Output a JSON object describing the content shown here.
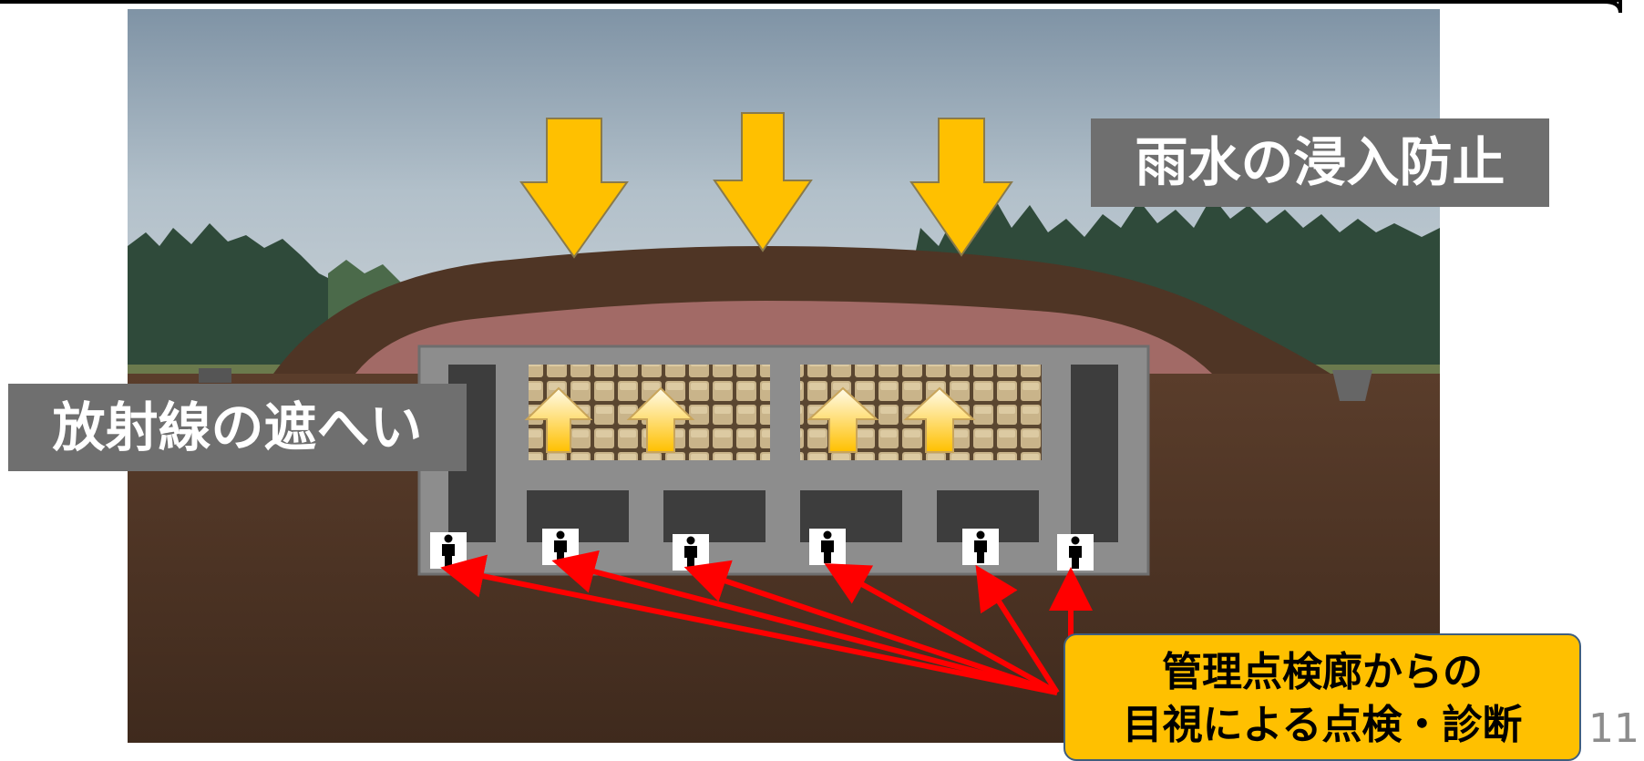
{
  "labels": {
    "rain": "雨水の浸入防止",
    "shielding": "放射線の遮へい",
    "inspection_line1": "管理点検廊からの",
    "inspection_line2": "目視による点検・診断"
  },
  "page_number": "11",
  "colors": {
    "accent_arrow": "#ffc000",
    "label_gray": "#6f6f6f",
    "pointer_red": "#ff0000",
    "soil": "#4a3122",
    "concrete": "#8d8d8d",
    "sky": "#9fb0bd"
  },
  "icons": [
    "down-arrow-icon",
    "up-arrow-icon",
    "person-icon",
    "waste-package-icon"
  ]
}
